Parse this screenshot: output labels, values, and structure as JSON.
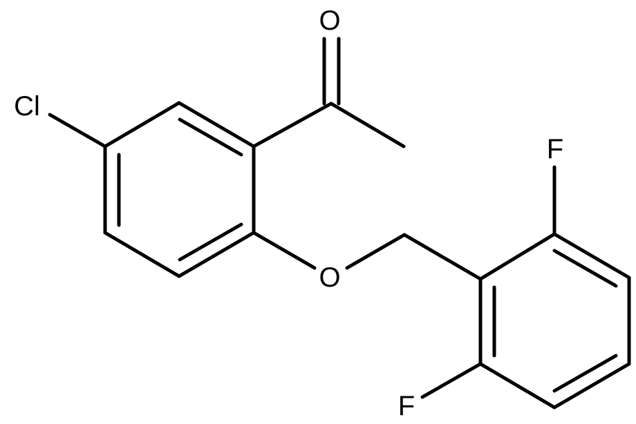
{
  "molecule": {
    "atoms": {
      "oxygen_carbonyl": "O",
      "chlorine": "Cl",
      "oxygen_ether": "O",
      "fluorine_top": "F",
      "fluorine_bottom": "F"
    },
    "line_color": "#000000",
    "background_color": "#ffffff"
  }
}
